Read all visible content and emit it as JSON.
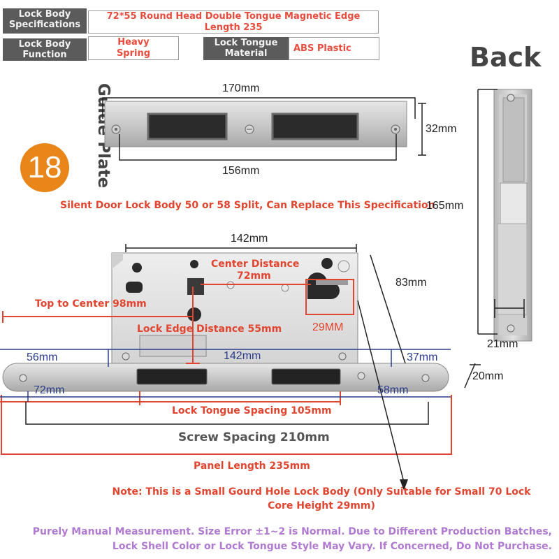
{
  "specs": {
    "body_spec_label": "Lock Body Specifications",
    "body_spec_value": "72*55 Round Head Double Tongue Magnetic Edge Length 235",
    "function_label": "Lock Body Function",
    "function_value": "Heavy Spring",
    "tongue_material_label": "Lock Tongue Material",
    "tongue_material_value": "ABS Plastic"
  },
  "badge_number": "18",
  "guide_plate_title": "Guide Plate",
  "back_title": "Back",
  "guide_plate": {
    "width_top": "170mm",
    "width_bottom": "156mm",
    "height": "32mm"
  },
  "replace_note": "Silent Door Lock Body 50 or 58 Split, Can Replace This Specification",
  "back_view": {
    "height": "165mm",
    "width": "21mm"
  },
  "lock_body": {
    "top_width": "142mm",
    "height": "83mm",
    "center_distance_title": "Center Distance",
    "center_distance_value": "72mm",
    "top_to_center": "Top to Center 98mm",
    "lock_edge_distance": "Lock Edge Distance 55mm",
    "hole_height": "29MM",
    "left_56": "56mm",
    "mid_142": "142mm",
    "right_37": "37mm",
    "thickness": "20mm",
    "left_72": "72mm",
    "right_58": "58mm",
    "tongue_spacing": "Lock Tongue Spacing 105mm",
    "screw_spacing": "Screw Spacing 210mm",
    "panel_length": "Panel Length 235mm"
  },
  "note": "Note: This is a Small Gourd Hole Lock Body (Only Suitable for Small 70 Lock Core Height 29mm)",
  "disclaimer": "Purely Manual Measurement. Size Error ±1~2 is Normal. Due to Different Production Batches, Lock Shell Color or Lock Tongue Style May Vary. If Concerned, Do Not Purchase.",
  "colors": {
    "accent_red": "#e0452f",
    "badge_orange": "#e8861a",
    "disclaimer_purple": "#b07ad0",
    "dim_blue": "#2a3c8a"
  }
}
